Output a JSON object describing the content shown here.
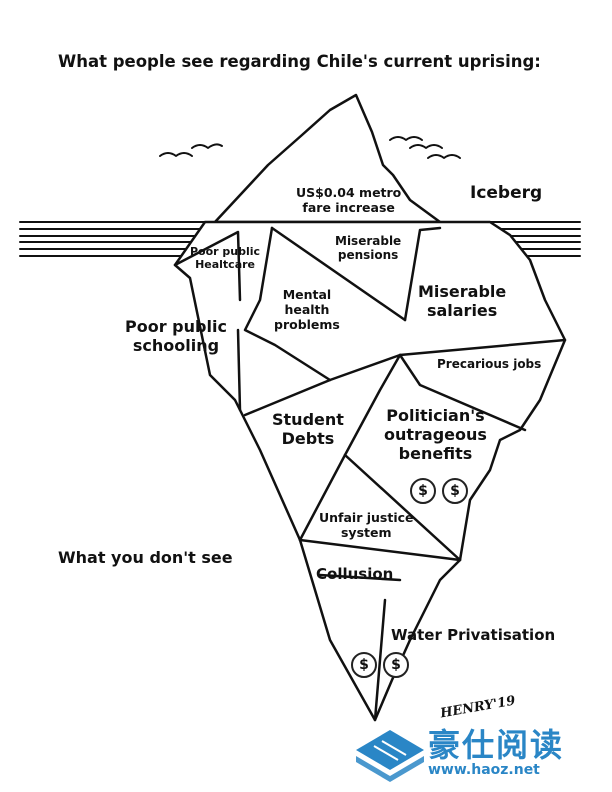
{
  "title": "What people see regarding Chile's current uprising:",
  "caption_below": "What you don't  see",
  "labels": {
    "iceberg": "Iceberg",
    "metro": "US$0.04 metro\nfare increase",
    "healthcare": "Poor public\nHealtcare",
    "pensions": "Miserable\npensions",
    "mental": "Mental\nhealth\nproblems",
    "salaries": "Miserable\nsalaries",
    "schooling": "Poor public\nschooling",
    "precarious": "Precarious jobs",
    "student": "Student\nDebts",
    "politician": "Politician's\noutrageous\nbenefits",
    "justice": "Unfair justice\nsystem",
    "collusion": "Collusion",
    "water": "Water Privatisation"
  },
  "coins": [
    "$",
    "$",
    "$",
    "$"
  ],
  "signature": "HENRY'19",
  "watermark": {
    "chinese": "豪仕阅读",
    "url": "www.haoz.net"
  },
  "colors": {
    "ink": "#111111",
    "watermark": "#2a86c6"
  }
}
